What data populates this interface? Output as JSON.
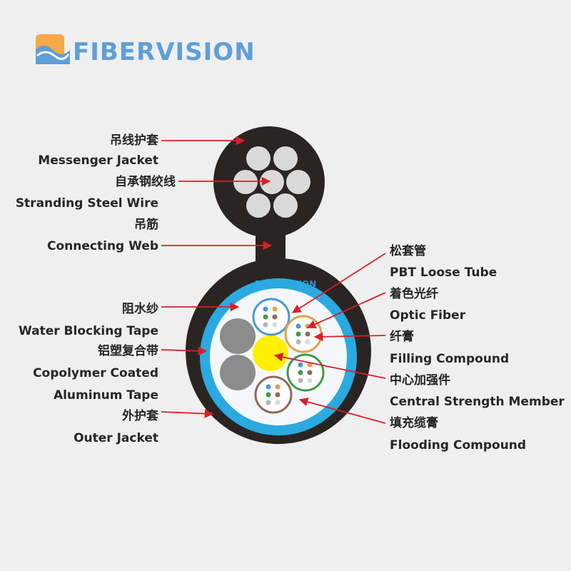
{
  "brand": {
    "name": "FIBERVISION",
    "watermark": "FIBERVISION",
    "logo_icon": "fibervision-logo-icon",
    "color_primary": "#5f9ed6",
    "color_accent": "#f3a947"
  },
  "colors": {
    "jacket": "#2a2523",
    "water_block": "#2aaae0",
    "flooding": "#f4f7f9",
    "steel": "#d9d9d9",
    "filler": "#8c8c8c",
    "strength_member": "#ffef00",
    "arrow": "#d8202a",
    "tube_blue": "#4a98d2",
    "tube_orange": "#e4a04c",
    "tube_green": "#3f9a49",
    "tube_brown": "#8e6a57"
  },
  "labels_left": [
    {
      "zh": "吊线护套",
      "en": "Messenger Jacket"
    },
    {
      "zh": "自承钢绞线",
      "en": "Stranding Steel Wire"
    },
    {
      "zh": "吊筋",
      "en": "Connecting Web"
    },
    {
      "zh": "阻水纱",
      "en": "Water Blocking Tape"
    },
    {
      "zh": "铝塑复合带",
      "en": "Copolymer Coated",
      "en2": "Aluminum Tape"
    },
    {
      "zh": "外护套",
      "en": "Outer Jacket"
    }
  ],
  "labels_right": [
    {
      "zh": "松套管",
      "en": "PBT Loose Tube"
    },
    {
      "zh": "着色光纤",
      "en": "Optic Fiber"
    },
    {
      "zh": "纤膏",
      "en": "Filling Compound"
    },
    {
      "zh": "中心加强件",
      "en": "Central Strength Member"
    },
    {
      "zh": "填充缆膏",
      "en": "Flooding Compound"
    }
  ]
}
